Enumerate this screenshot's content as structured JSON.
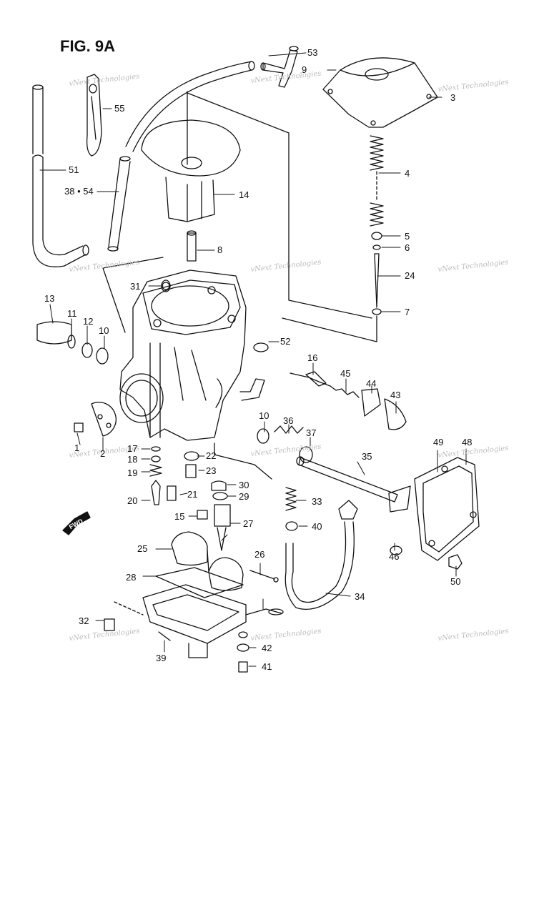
{
  "figure_title": "FIG. 9A",
  "fwd_label": "FWD",
  "watermark": "vNext Technologies",
  "part_labels": {
    "p1": "1",
    "p2": "2",
    "p3": "3",
    "p4": "4",
    "p5": "5",
    "p6": "6",
    "p7": "7",
    "p8": "8",
    "p9": "9",
    "p10a": "10",
    "p10b": "10",
    "p11": "11",
    "p12": "12",
    "p13": "13",
    "p14": "14",
    "p15": "15",
    "p16": "16",
    "p17": "17",
    "p18": "18",
    "p19": "19",
    "p20": "20",
    "p21": "21",
    "p22": "22",
    "p23": "23",
    "p24": "24",
    "p25": "25",
    "p26": "26",
    "p27": "27",
    "p28": "28",
    "p29": "29",
    "p30": "30",
    "p31": "31",
    "p32": "32",
    "p33": "33",
    "p34": "34",
    "p35": "35",
    "p36": "36",
    "p37": "37",
    "p38": "38 • 54",
    "p39": "39",
    "p40": "40",
    "p41": "41",
    "p42": "42",
    "p43": "43",
    "p44": "44",
    "p45": "45",
    "p46": "46",
    "p48": "48",
    "p49": "49",
    "p50": "50",
    "p51": "51",
    "p52": "52",
    "p53": "53",
    "p55": "55"
  }
}
